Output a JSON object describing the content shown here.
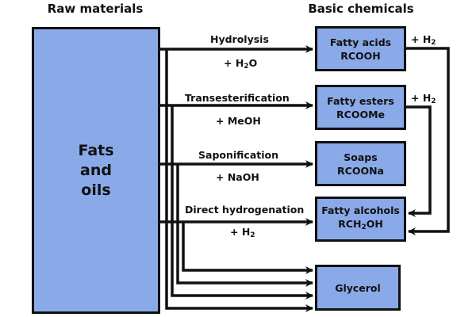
{
  "headings": {
    "raw_materials": "Raw materials",
    "basic_chemicals": "Basic chemicals"
  },
  "source": {
    "lines": [
      "Fats",
      "and",
      "oils"
    ]
  },
  "reactions": [
    {
      "name": "Hydrolysis",
      "reagent_prefix": "+ H",
      "reagent_sub": "2",
      "reagent_suffix": "O"
    },
    {
      "name": "Transesterification",
      "reagent_prefix": "+ MeOH",
      "reagent_sub": "",
      "reagent_suffix": ""
    },
    {
      "name": "Saponification",
      "reagent_prefix": "+ NaOH",
      "reagent_sub": "",
      "reagent_suffix": ""
    },
    {
      "name": "Direct hydrogenation",
      "reagent_prefix": "+ H",
      "reagent_sub": "2",
      "reagent_suffix": ""
    }
  ],
  "products": [
    {
      "name": "Fatty acids",
      "formula_prefix": "RCOOH",
      "formula_sub": "",
      "formula_suffix": ""
    },
    {
      "name": "Fatty esters",
      "formula_prefix": "RCOOMe",
      "formula_sub": "",
      "formula_suffix": ""
    },
    {
      "name": "Soaps",
      "formula_prefix": "RCOONa",
      "formula_sub": "",
      "formula_suffix": ""
    },
    {
      "name": "Fatty alcohols",
      "formula_prefix": "RCH",
      "formula_sub": "2",
      "formula_suffix": "OH"
    },
    {
      "name": "Glycerol",
      "formula_prefix": "",
      "formula_sub": "",
      "formula_suffix": ""
    }
  ],
  "hydrogenation_labels": [
    {
      "prefix": "+ H",
      "sub": "2"
    },
    {
      "prefix": "+ H",
      "sub": "2"
    }
  ],
  "colors": {
    "box_fill": "#8aa9e8",
    "stroke": "#111111"
  }
}
